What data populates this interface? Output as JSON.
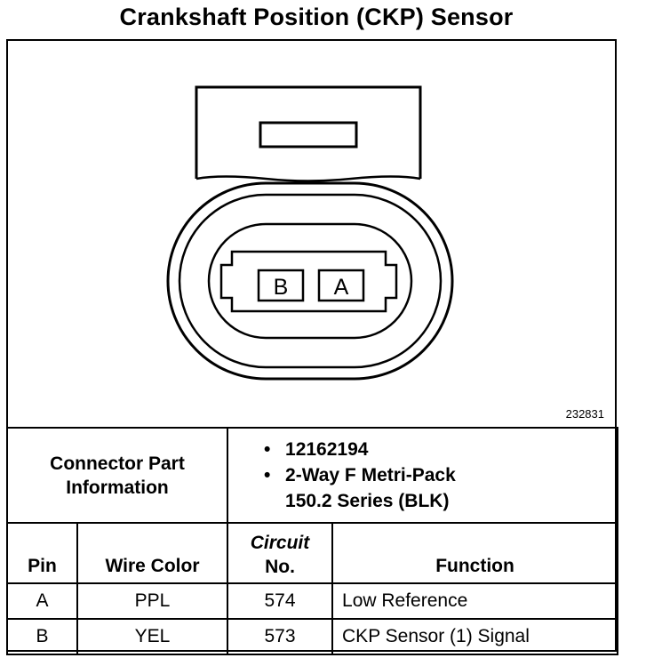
{
  "title": "Crankshaft Position (CKP) Sensor",
  "diagram": {
    "figure_number": "232831",
    "pins": [
      "B",
      "A"
    ]
  },
  "connector": {
    "label": "Connector Part Information",
    "items": [
      "12162194",
      "2-Way F Metri-Pack 150.2 Series (BLK)"
    ]
  },
  "table": {
    "headers": {
      "pin": "Pin",
      "wire_color": "Wire Color",
      "circuit_top": "Circuit",
      "circuit_bottom": "No.",
      "function": "Function"
    },
    "rows": [
      {
        "pin": "A",
        "wire_color": "PPL",
        "circuit": "574",
        "function": "Low Reference"
      },
      {
        "pin": "B",
        "wire_color": "YEL",
        "circuit": "573",
        "function": "CKP Sensor (1) Signal"
      }
    ]
  }
}
